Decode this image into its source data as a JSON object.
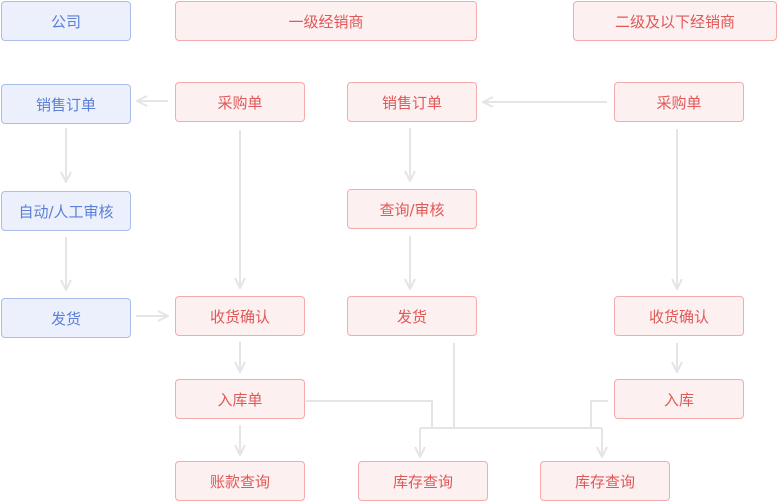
{
  "headers": {
    "company": "公司",
    "level1": "一级经销商",
    "level2": "二级及以下经销商"
  },
  "company": {
    "sales_order": "销售订单",
    "review": "自动/人工审核",
    "ship": "发货"
  },
  "level1": {
    "purchase_order": "采购单",
    "receipt_confirm": "收货确认",
    "stock_in_order": "入库单",
    "account_query": "账款查询",
    "sales_order": "销售订单",
    "query_review": "查询/审核",
    "ship": "发货",
    "inventory_query": "库存查询"
  },
  "level2": {
    "purchase_order": "采购单",
    "receipt_confirm": "收货确认",
    "stock_in": "入库",
    "inventory_query": "库存查询"
  },
  "colors": {
    "company": "#5b7fd6",
    "dealer": "#e05858",
    "connector": "#e5e5e5"
  }
}
